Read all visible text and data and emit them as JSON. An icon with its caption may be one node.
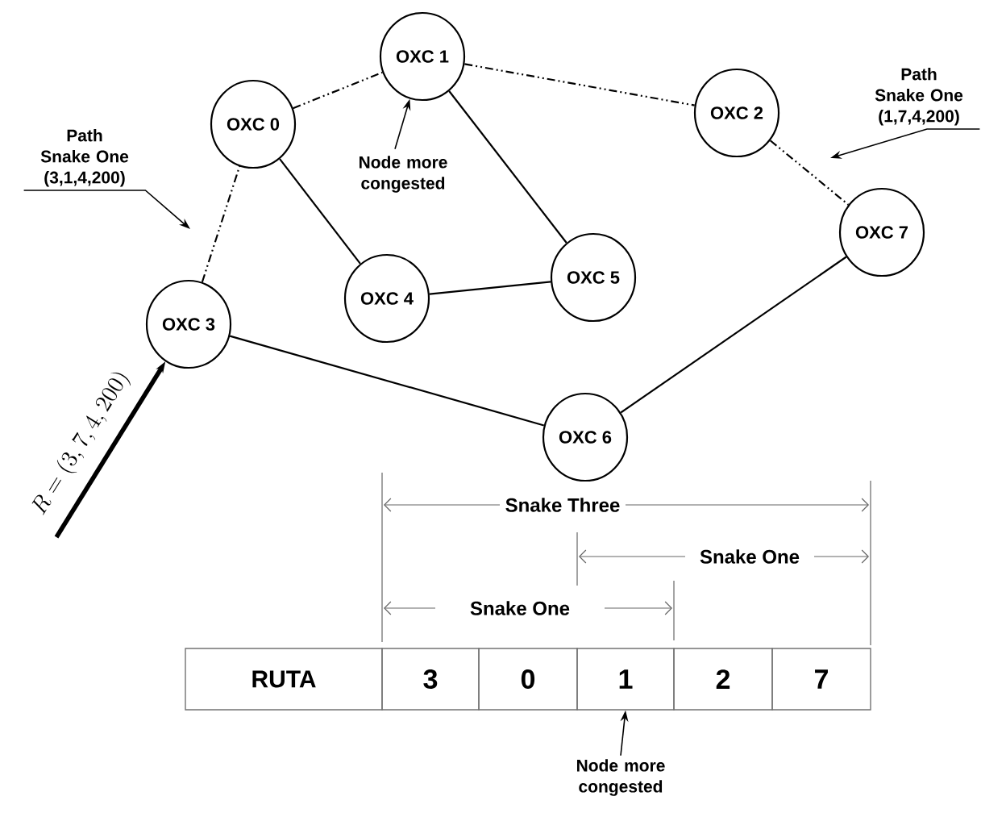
{
  "diagram": {
    "nodes": [
      {
        "text": [
          "OXC 0"
        ]
      },
      {
        "text": [
          "OXC 1"
        ]
      },
      {
        "text": [
          "OXC 2"
        ]
      },
      {
        "text": [
          "OXC 3"
        ]
      },
      {
        "text": [
          "OXC 4"
        ]
      },
      {
        "text": [
          "OXC 5"
        ]
      },
      {
        "text": [
          "OXC 6"
        ]
      },
      {
        "text": [
          "OXC 7"
        ]
      },
      {
        "text": [
          "Path Snake One (3,1,4,200)"
        ]
      },
      {
        "text": [
          "Path Snake One (1,7,4,200)"
        ]
      },
      {
        "text": [
          "Node more congested"
        ]
      },
      {
        "text": [
          "RUTA"
        ]
      },
      {
        "text": [
          "3"
        ]
      },
      {
        "text": [
          "0"
        ]
      },
      {
        "text": [
          "1"
        ]
      },
      {
        "text": [
          "2"
        ]
      },
      {
        "text": [
          "7"
        ]
      },
      {
        "text": [
          "Node more congested"
        ]
      }
    ],
    "edges": [
      {
        "from": 3,
        "to": 0,
        "arrow": "none",
        "style": "dashed"
      },
      {
        "from": 0,
        "to": 1,
        "arrow": "none",
        "style": "dashed"
      },
      {
        "from": 1,
        "to": 2,
        "arrow": "none",
        "style": "dashed"
      },
      {
        "from": 2,
        "to": 7,
        "arrow": "none",
        "style": "dashed"
      },
      {
        "from": 0,
        "to": 4,
        "arrow": "none"
      },
      {
        "from": 4,
        "to": 5,
        "arrow": "none"
      },
      {
        "from": 1,
        "to": 5,
        "arrow": "none"
      },
      {
        "from": 3,
        "to": 6,
        "arrow": "none"
      },
      {
        "from": 6,
        "to": 7,
        "arrow": "none"
      },
      {
        "from": null,
        "to": 3,
        "arrow": "to",
        "label": "R = (3,7,4,200)",
        "style": "thick"
      },
      {
        "from": 8,
        "to": null,
        "arrow": "to"
      },
      {
        "from": 9,
        "to": null,
        "arrow": "to"
      },
      {
        "from": 10,
        "to": 1,
        "arrow": "to"
      },
      {
        "from": 17,
        "to": 14,
        "arrow": "to"
      }
    ],
    "labels": [
      "Snake Three",
      "Snake One",
      "Snake One"
    ]
  }
}
